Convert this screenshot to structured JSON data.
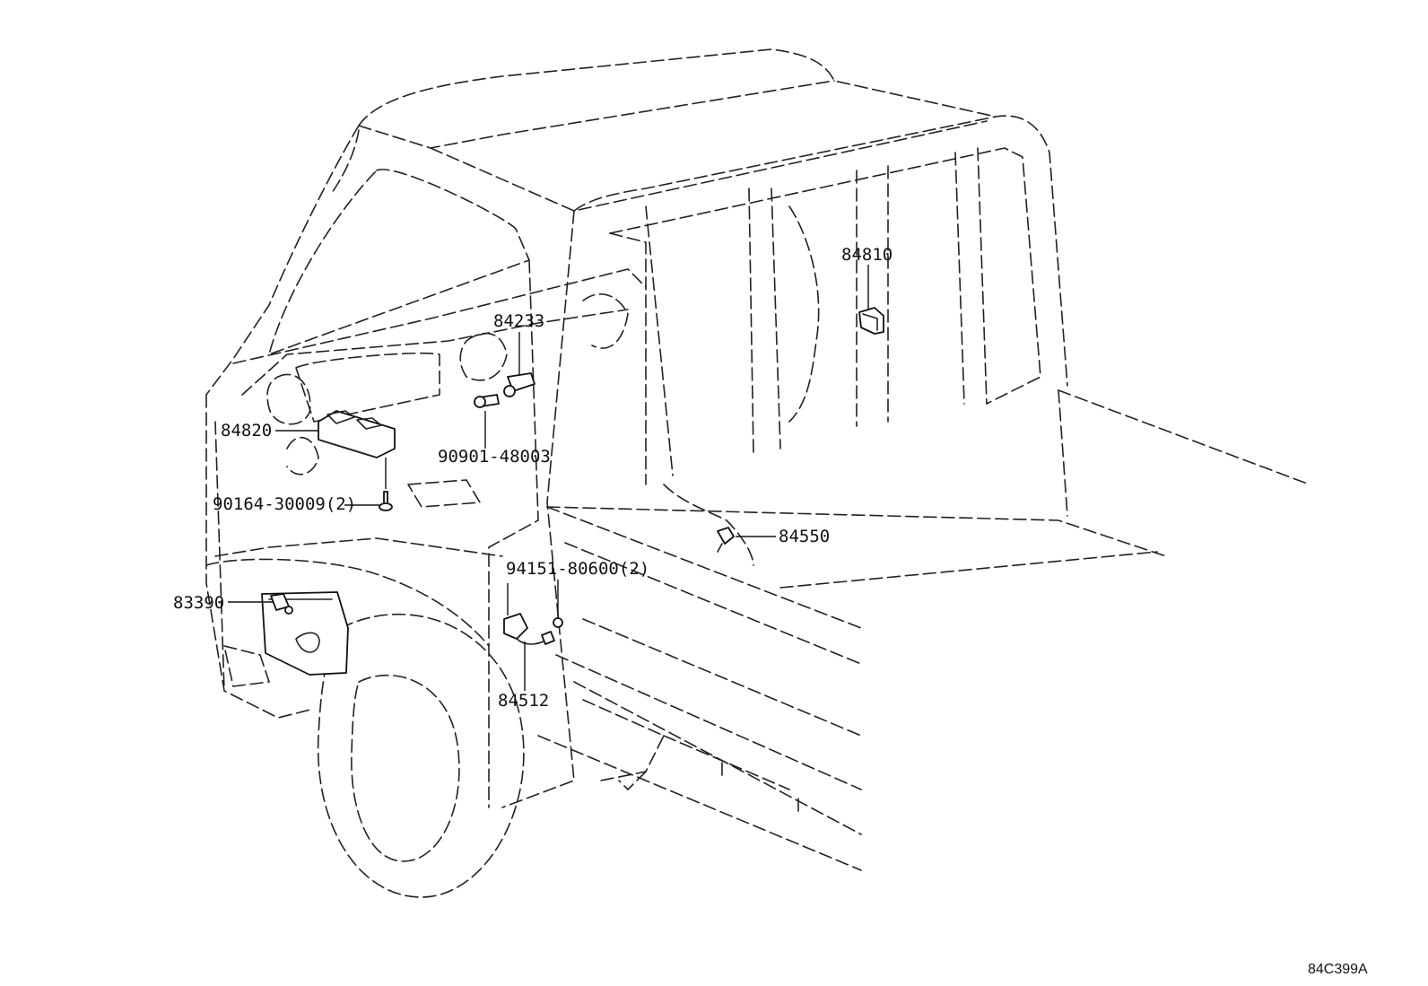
{
  "labels": {
    "p84810": "84810",
    "p84233": "84233",
    "p84820": "84820",
    "p90901": "90901-48003",
    "p90164": "90164-30009(2)",
    "p84550": "84550",
    "p94151": "94151-80600(2)",
    "p83390": "83390",
    "p84512": "84512"
  },
  "ref_code": "84C399A"
}
